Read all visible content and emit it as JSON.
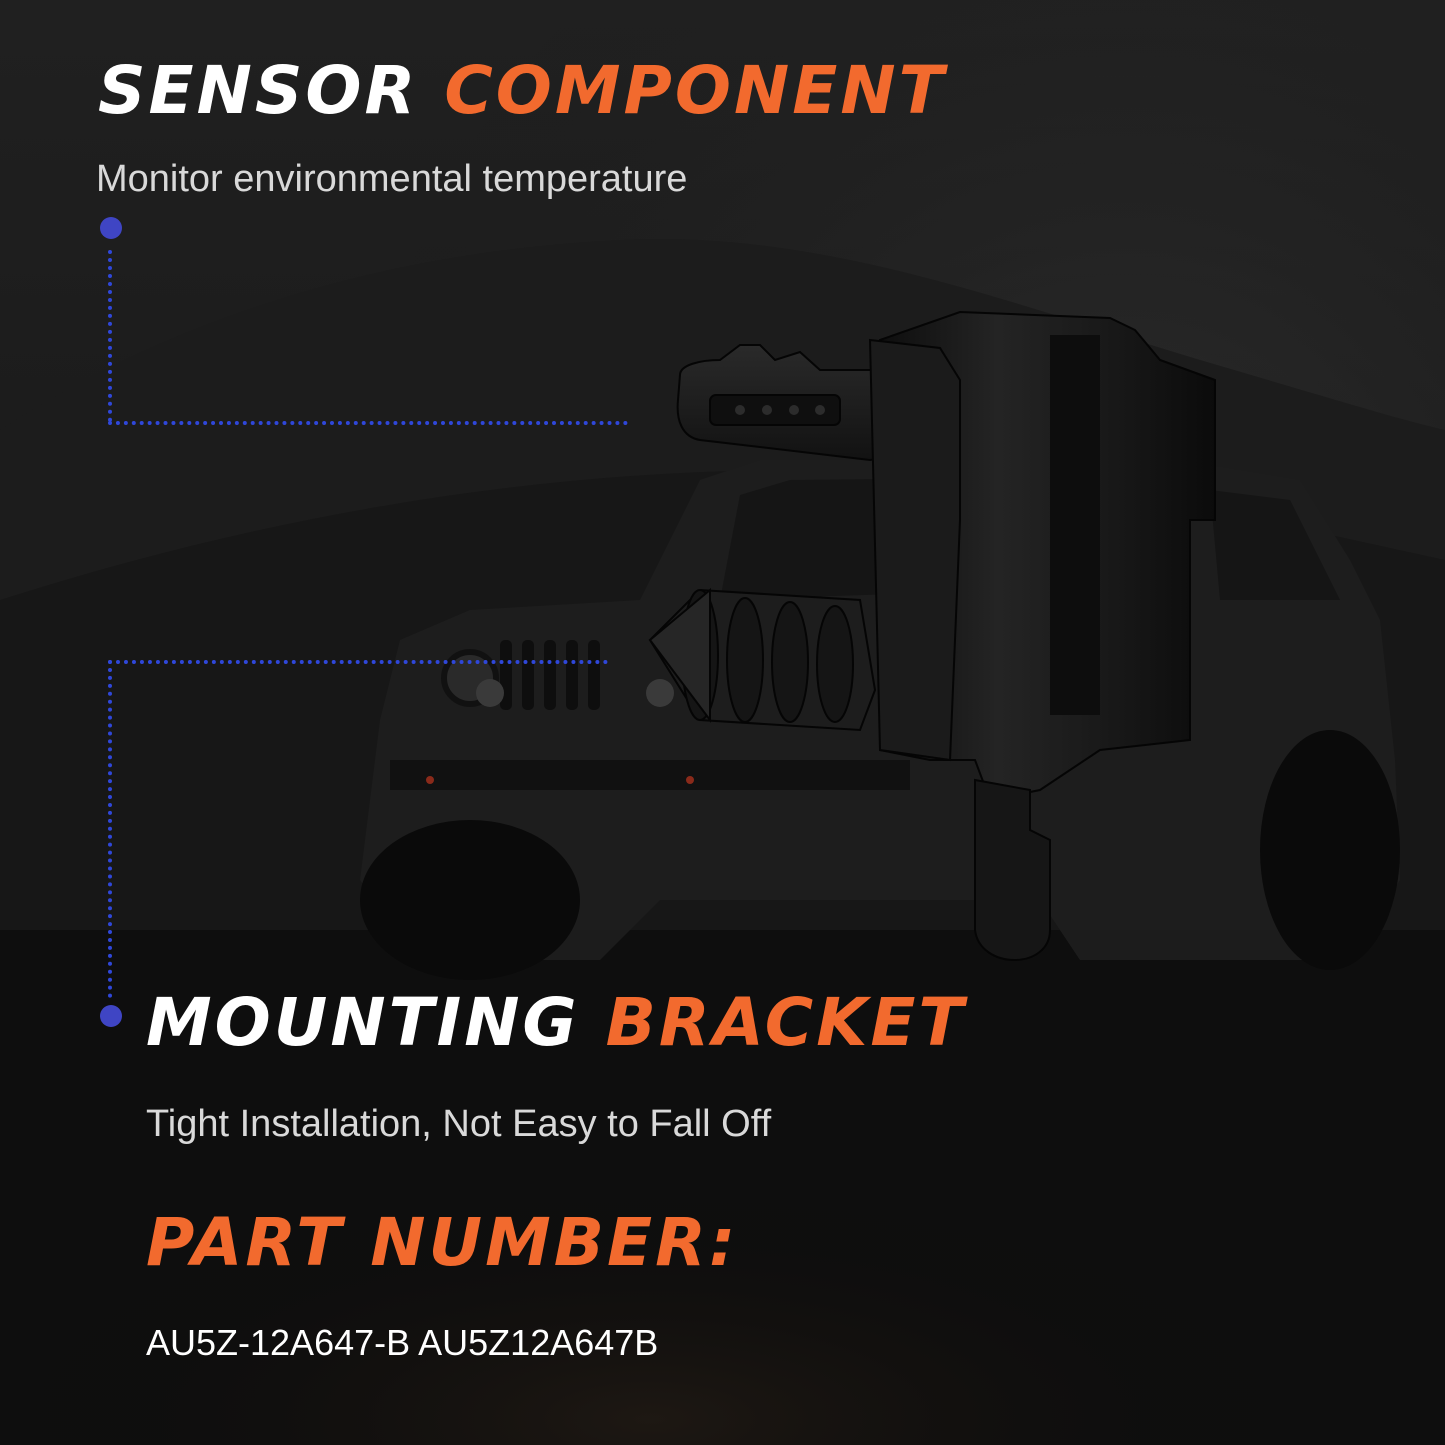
{
  "colors": {
    "accent": "#f26a2e",
    "white": "#ffffff",
    "connector": "#2f47d9",
    "background": "#141414"
  },
  "sensor": {
    "title_white": "SENSOR",
    "title_orange": "COMPONENT",
    "subtitle": "Monitor environmental temperature"
  },
  "bracket": {
    "title_white": "MOUNTING",
    "title_orange": "BRACKET",
    "subtitle": "Tight Installation, Not Easy to Fall Off"
  },
  "part": {
    "title": "PART NUMBER:",
    "numbers": "AU5Z-12A647-B AU5Z12A647B"
  },
  "images": {
    "background": "night-offroad-vehicle-photo",
    "product": "ambient-temperature-sensor-photo"
  }
}
